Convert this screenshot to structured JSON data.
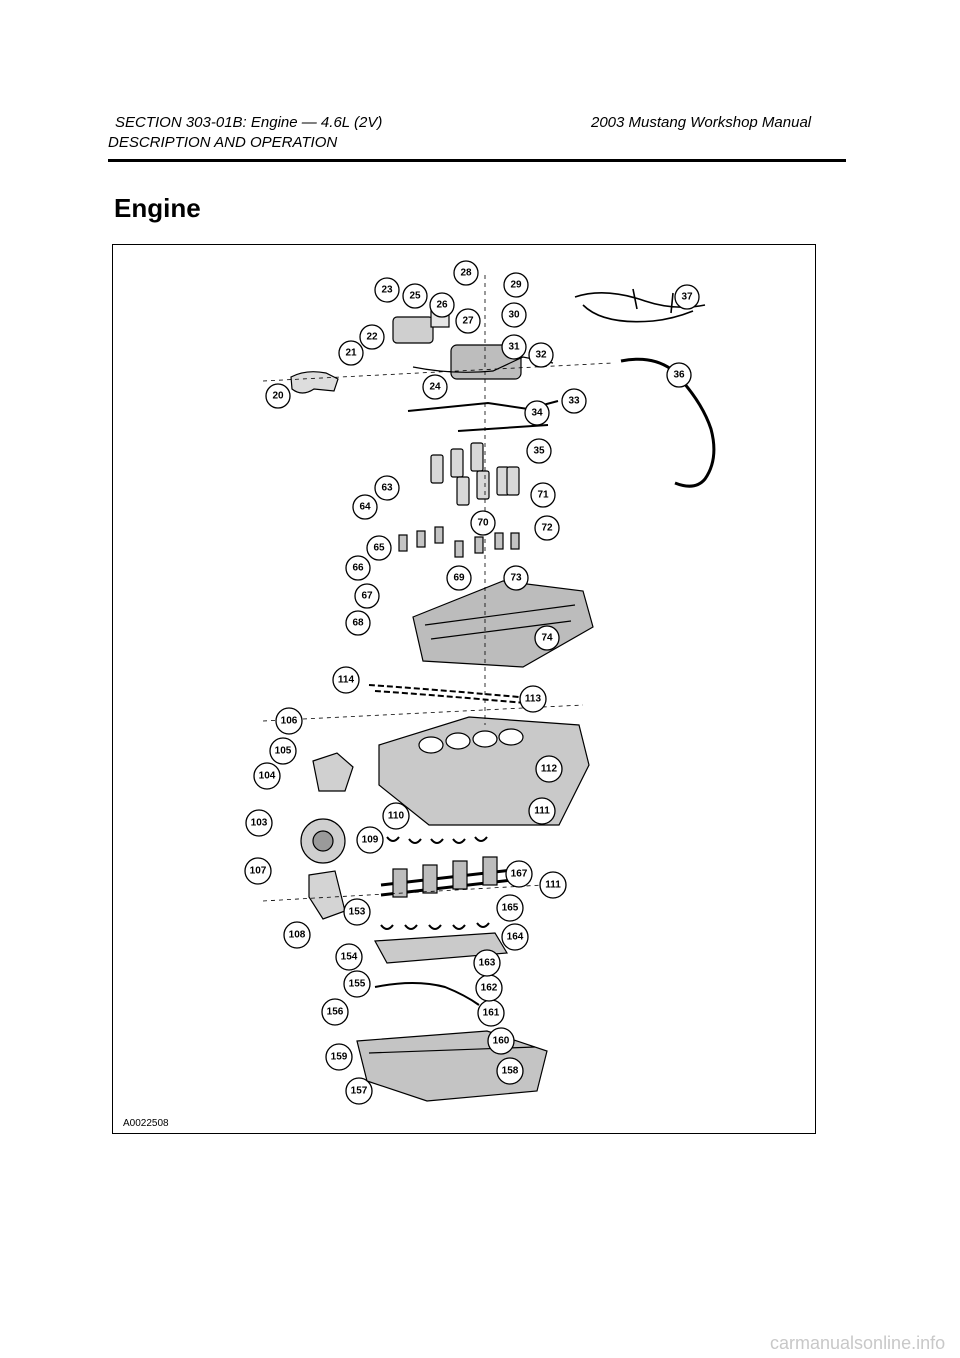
{
  "header": {
    "section": " SECTION 303-01B: Engine — 4.6L (2V)",
    "manual": "2003 Mustang Workshop Manual",
    "subsection": "DESCRIPTION AND OPERATION"
  },
  "page_title": "Engine",
  "figure": {
    "id": "A0022508",
    "callouts": [
      "20",
      "21",
      "22",
      "23",
      "24",
      "25",
      "26",
      "27",
      "28",
      "29",
      "30",
      "31",
      "32",
      "33",
      "34",
      "35",
      "36",
      "37",
      "63",
      "64",
      "65",
      "66",
      "67",
      "68",
      "69",
      "70",
      "71",
      "72",
      "73",
      "74",
      "103",
      "104",
      "105",
      "106",
      "107",
      "108",
      "109",
      "110",
      "111",
      "111",
      "112",
      "113",
      "114",
      "153",
      "154",
      "155",
      "156",
      "157",
      "158",
      "159",
      "160",
      "161",
      "162",
      "163",
      "164",
      "165",
      "167"
    ]
  },
  "watermark": "carmanualsonline.info"
}
